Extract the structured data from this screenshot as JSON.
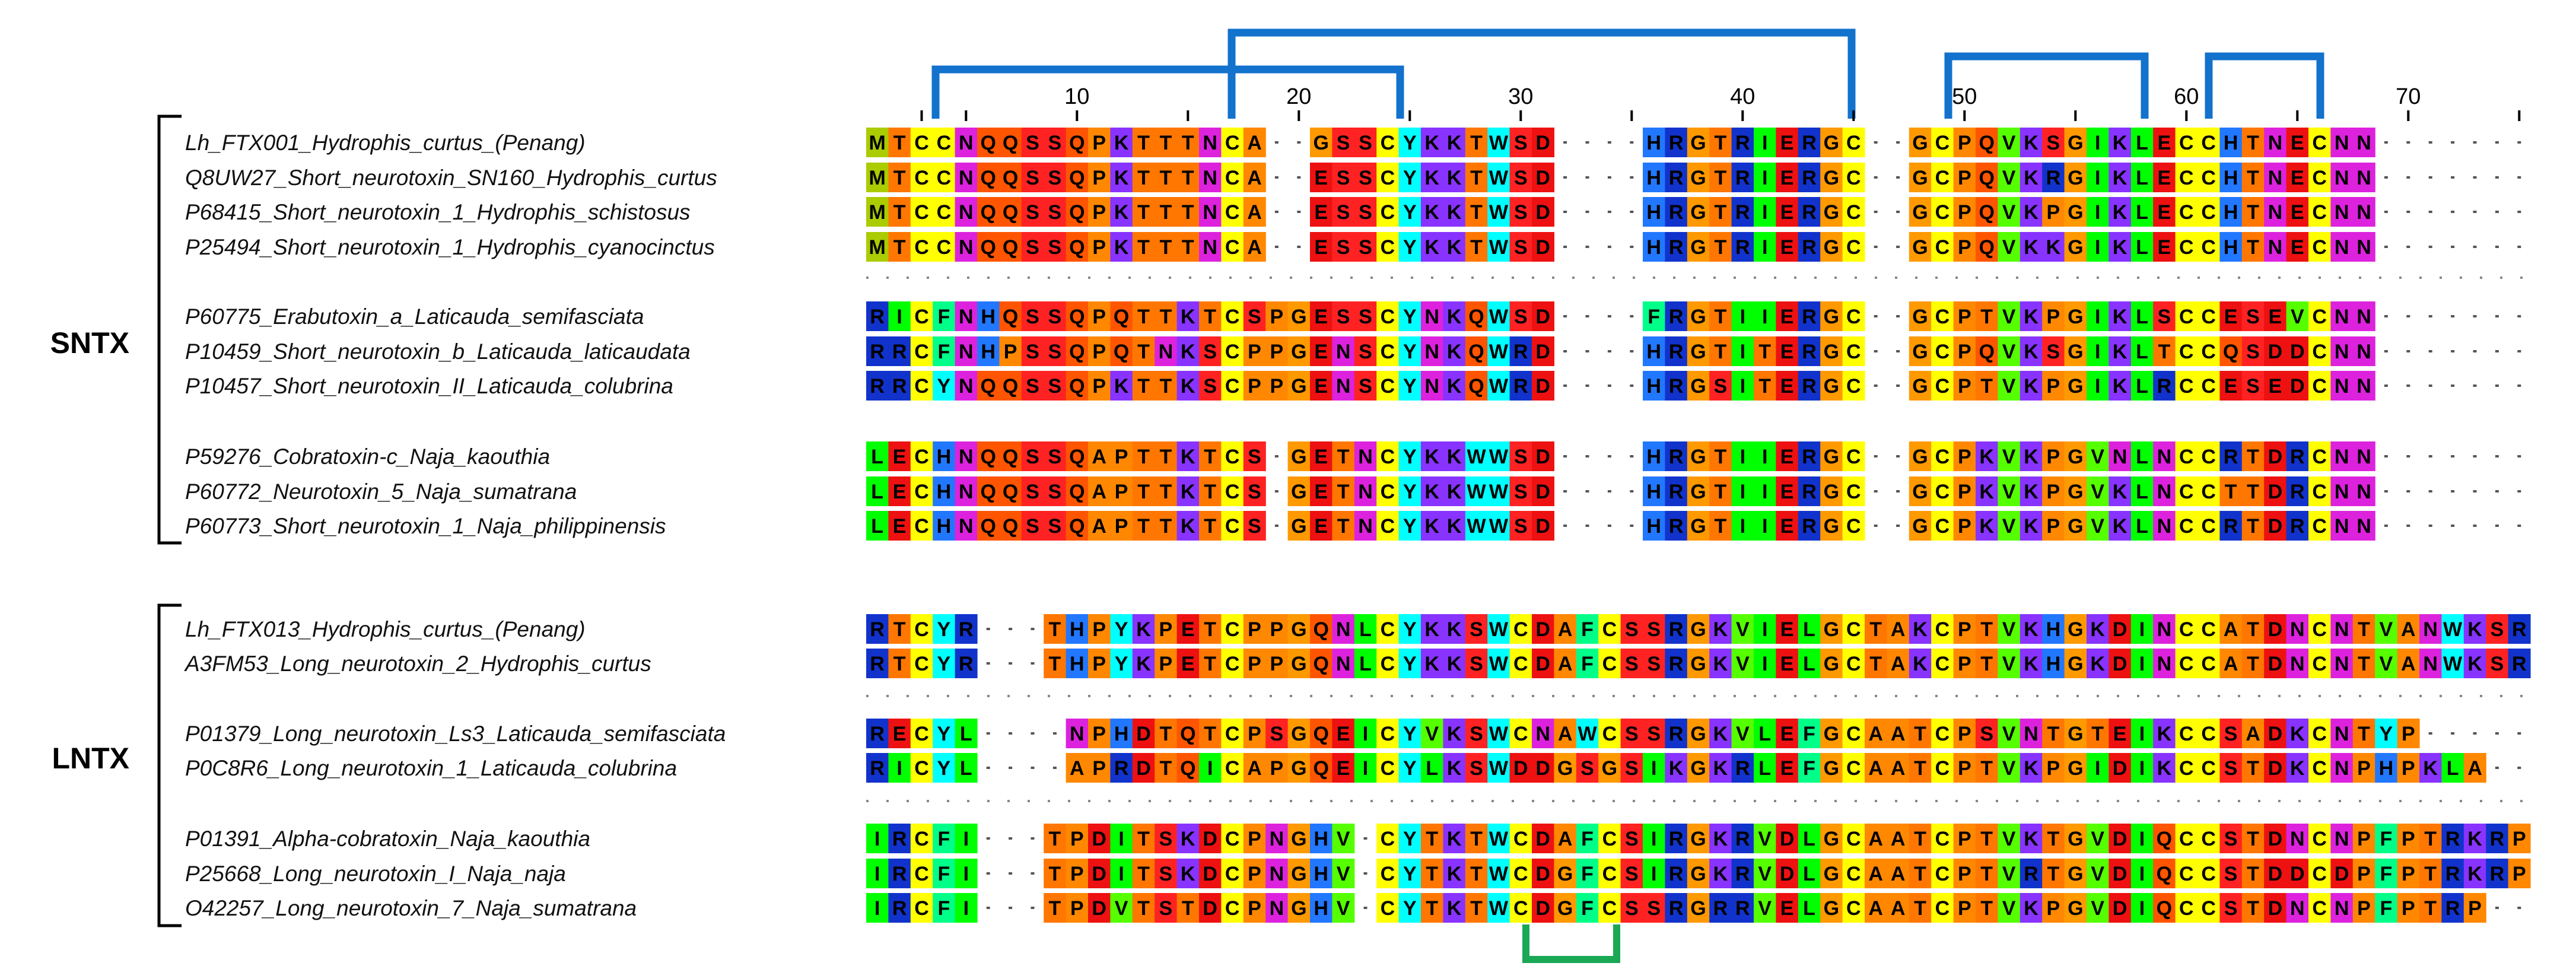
{
  "groups": [
    {
      "name": "SNTX",
      "blocks": [
        [
          {
            "label": "Lh_FTX001_Hydrophis_curtus_(Penang)",
            "seq": "MTCCNQQSSQPKTTTNCA--GSSCYKKTWSD----HRGTRIERGC--GCPQVKSGIKLECCHTNECNN-------"
          },
          {
            "label": "Q8UW27_Short_neurotoxin_SN160_Hydrophis_curtus",
            "seq": "MTCCNQQSSQPKTTTNCA--ESSCYKKTWSD----HRGTRIERGC--GCPQVKRGIKLECCHTNECNN-------"
          },
          {
            "label": "P68415_Short_neurotoxin_1_Hydrophis_schistosus",
            "seq": "MTCCNQQSSQPKTTTNCA--ESSCYKKTWSD----HRGTRIERGC--GCPQVKPGIKLECCHTNECNN-------"
          },
          {
            "label": "P25494_Short_neurotoxin_1_Hydrophis_cyanocinctus",
            "seq": "MTCCNQQSSQPKTTTNCA--ESSCYKKTWSD----HRGTRIERGC--GCPQVKKGIKLECCHTNECNN-------"
          }
        ],
        [
          {
            "label": "P60775_Erabutoxin_a_Laticauda_semifasciata",
            "seq": "RICFNHQSSQPQTTKTCSPGESSCYNKQWSD----FRGTIIERGC--GCPTVKPGIKLSCCESEVCNN-------"
          },
          {
            "label": "P10459_Short_neurotoxin_b_Laticauda_laticaudata",
            "seq": "RRCFNHPSSQPQTNKSCPPGENSCYNKQWRD----HRGTITERGC--GCPQVKSGIKLTCCQSDDCNN-------"
          },
          {
            "label": "P10457_Short_neurotoxin_II_Laticauda_colubrina",
            "seq": "RRCYNQQSSQPKTTKSCPPGENSCYNKQWRD----HRGSITERGC--GCPTVKPGIKLRCCESEDCNN-------"
          }
        ],
        [
          {
            "label": "P59276_Cobratoxin-c_Naja_kaouthia",
            "seq": "LECHNQQSSQAPTTKTCS-GETNCYKKWWSD----HRGTIIERGC--GCPKVKPGVNLNCCRTDRCNN-------"
          },
          {
            "label": "P60772_Neurotoxin_5_Naja_sumatrana",
            "seq": "LECHNQQSSQAPTTKTCS-GETNCYKKWWSD----HRGTIIERGC--GCPKVKPGVKLNCCTTDRCNN-------"
          },
          {
            "label": "P60773_Short_neurotoxin_1_Naja_philippinensis",
            "seq": "LECHNQQSSQAPTTKTCS-GETNCYKKWWSD----HRGTIIERGC--GCPKVKPGVKLNCCRTDRCNN-------"
          }
        ]
      ]
    },
    {
      "name": "LNTX",
      "blocks": [
        [
          {
            "label": "Lh_FTX013_Hydrophis_curtus_(Penang)",
            "seq": "RTCYR---THPYKPETCPPGQNLCYKKSWCDAFCSSRGKVIELGCTAKCPTVKHGKDINCCATDNCNTVANWKSR"
          },
          {
            "label": "A3FM53_Long_neurotoxin_2_Hydrophis_curtus",
            "seq": "RTCYR---THPYKPETCPPGQNLCYKKSWCDAFCSSRGKVIELGCTAKCPTVKHGKDINCCATDNCNTVANWKSR"
          }
        ],
        [
          {
            "label": "P01379_Long_neurotoxin_Ls3_Laticauda_semifasciata",
            "seq": "RECYL----NPHDTQTCPSGQEICYVKSWCNAWCSSRGKVLEFGCAATCPSVNTGTEIKCCSADKCNTYP-----"
          },
          {
            "label": "P0C8R6_Long_neurotoxin_1_Laticauda_colubrina",
            "seq": "RICYL----APRDTQICAPGQEICYLKSWDDGSGSIKGKRLEFGCAATCPTVKPGIDIKCCSTDKCNPHPKLA--"
          }
        ],
        [
          {
            "label": "P01391_Alpha-cobratoxin_Naja_kaouthia",
            "seq": "IRCFI---TPDITSKDCPNGHV-CYTKTWCDAFCSIRGKRVDLGCAATCPTVKTGVDIQCCSTDNCNPFPTRKRP"
          },
          {
            "label": "P25668_Long_neurotoxin_I_Naja_naja",
            "seq": "IRCFI---TPDITSKDCPNGHV-CYTKTWCDGFCSIRGKRVDLGCAATCPTVRTGVDIQCCSTDDCDPFPTRKRP"
          },
          {
            "label": "O42257_Long_neurotoxin_7_Naja_sumatrana",
            "seq": "IRCFI---TPDVTSTDCPNGHV-CYTKTWCDGFCSSRGRRVELGCAATCPTVKPGVDIQCCSTDNCNPFPTRP--"
          }
        ]
      ]
    }
  ],
  "ruler": [
    "10",
    "20",
    "30",
    "40",
    "50",
    "60",
    "70"
  ],
  "colors": {
    "A": "#ff8800",
    "R": "#1133cc",
    "N": "#dd22dd",
    "D": "#ee1111",
    "C": "#ffff00",
    "Q": "#ff5500",
    "E": "#ee1111",
    "G": "#ff9900",
    "H": "#2277ff",
    "I": "#00ff00",
    "L": "#00ff00",
    "K": "#8833ff",
    "M": "#aacc00",
    "F": "#00ff88",
    "P": "#ff8800",
    "S": "#ff2222",
    "T": "#ff7700",
    "W": "#00ffff",
    "Y": "#00ffff",
    "V": "#55ff00",
    "bracket_blue": "#1272cc",
    "bracket_green": "#1aa855"
  }
}
